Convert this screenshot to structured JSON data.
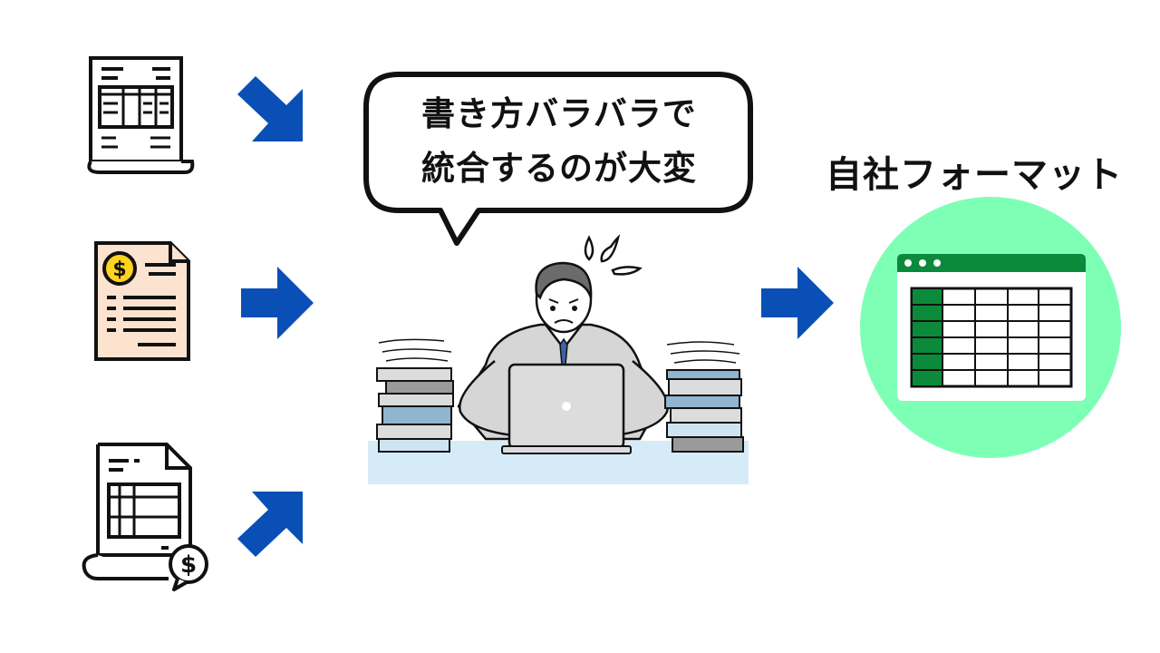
{
  "speech_bubble": {
    "line1": "書き方バラバラで",
    "line2": "統合するのが大変"
  },
  "format": {
    "title": "自社フォーマット"
  },
  "colors": {
    "arrow": "#0a4fb5",
    "sheet_green": "#0a8a3a",
    "circle_bg": "#7effb6",
    "doc_beige": "#fbe3cf",
    "coin_yellow": "#ffd21f",
    "desk_blue": "#d5ecf8"
  },
  "icons": {
    "doc1": "invoice-document-icon",
    "doc2": "dollar-receipt-icon",
    "doc3": "bill-document-icon",
    "sheet": "spreadsheet-icon"
  }
}
